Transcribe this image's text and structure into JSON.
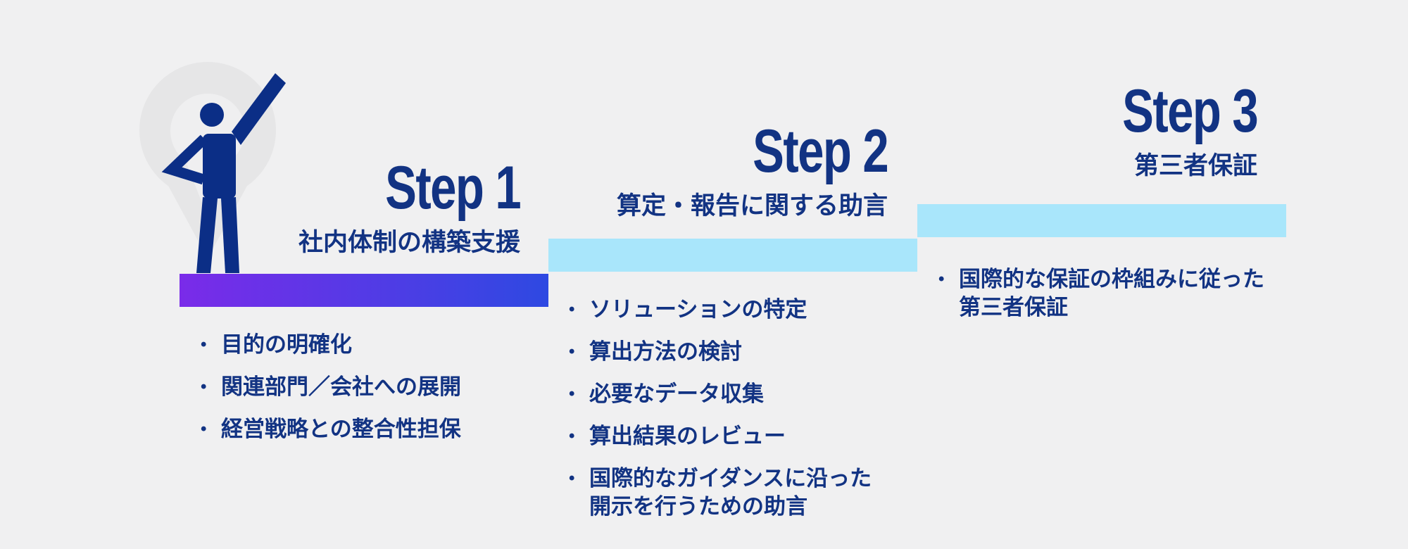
{
  "colors": {
    "bg": "#F0F0F1",
    "navy": "#123383",
    "person_navy": "#0B2E86",
    "light_blue": "#A9E6FB",
    "gradient_from": "#7A2BE9",
    "gradient_to": "#2E49E2",
    "pin_gray": "#E6E6E7",
    "pin_inner": "#EFEFF0"
  },
  "ui": {
    "bullet_glyph": "•"
  },
  "icon": {
    "name": "person-location-pin"
  },
  "steps": [
    {
      "title": "Step 1",
      "subtitle": "社内体制の構築支援",
      "bullets": [
        "目的の明確化",
        "関連部門／会社への展開",
        "経営戦略との整合性担保"
      ]
    },
    {
      "title": "Step 2",
      "subtitle": "算定・報告に関する助言",
      "bullets": [
        "ソリューションの特定",
        "算出方法の検討",
        "必要なデータ収集",
        "算出結果のレビュー",
        "国際的なガイダンスに沿った\n開示を行うための助言"
      ]
    },
    {
      "title": "Step 3",
      "subtitle": "第三者保証",
      "bullets": [
        "国際的な保証の枠組みに従った\n第三者保証"
      ]
    }
  ]
}
